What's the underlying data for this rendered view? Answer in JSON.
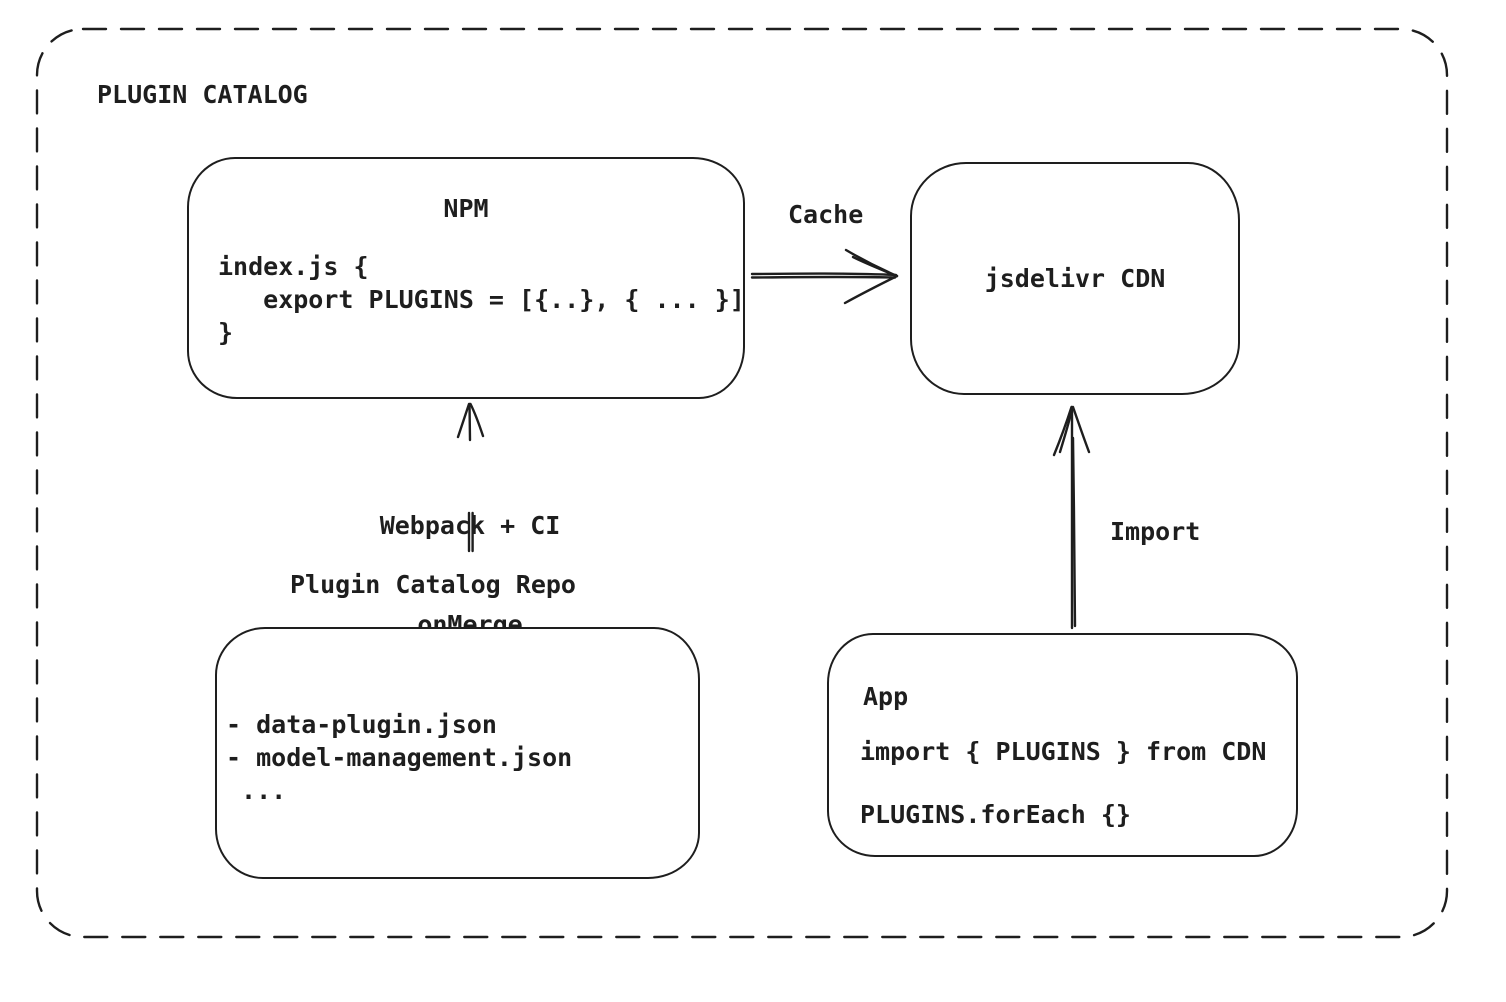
{
  "diagram": {
    "title": "PLUGIN CATALOG",
    "colors": {
      "stroke": "#1e1e1e",
      "background": "#ffffff",
      "muted_stroke": "#6a6a6a"
    },
    "nodes": {
      "npm": {
        "title": "NPM",
        "code": [
          "index.js {",
          "   export PLUGINS = [{..}, { ... }]",
          "}"
        ]
      },
      "cdn": {
        "label": "jsdelivr CDN"
      },
      "repo": {
        "label": "Plugin Catalog Repo",
        "files": [
          "- data-plugin.json",
          "- model-management.json",
          " ..."
        ]
      },
      "app": {
        "title": "App",
        "code": [
          "import { PLUGINS } from CDN",
          "PLUGINS.forEach {}"
        ]
      }
    },
    "edges": {
      "cache": {
        "label": "Cache",
        "from": "NPM",
        "to": "jsdelivr CDN"
      },
      "build": {
        "label_lines": [
          "Webpack + CI",
          "onMerge"
        ],
        "from": "Plugin Catalog Repo",
        "to": "NPM"
      },
      "import": {
        "label": "Import",
        "from": "App",
        "to": "jsdelivr CDN"
      }
    }
  }
}
